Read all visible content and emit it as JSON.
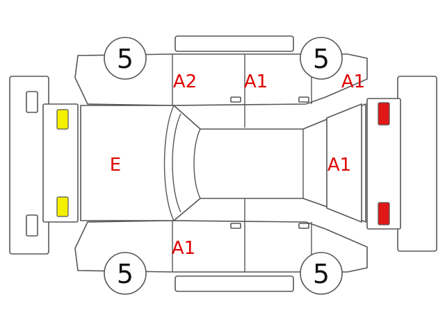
{
  "colors": {
    "line": "#555555",
    "damage_label": "#e00000",
    "front_lamp": "#f4f000",
    "rear_lamp": "#e01818"
  },
  "tires": {
    "front_left": "5",
    "rear_left": "5",
    "front_right": "5",
    "rear_right": "5"
  },
  "damage_marks": {
    "front_bumper_hood": "E",
    "left_front_door": "A2",
    "left_rear_door": "A1",
    "left_rear_quarter": "A1",
    "trunk": "A1",
    "right_front_door": "A1"
  }
}
